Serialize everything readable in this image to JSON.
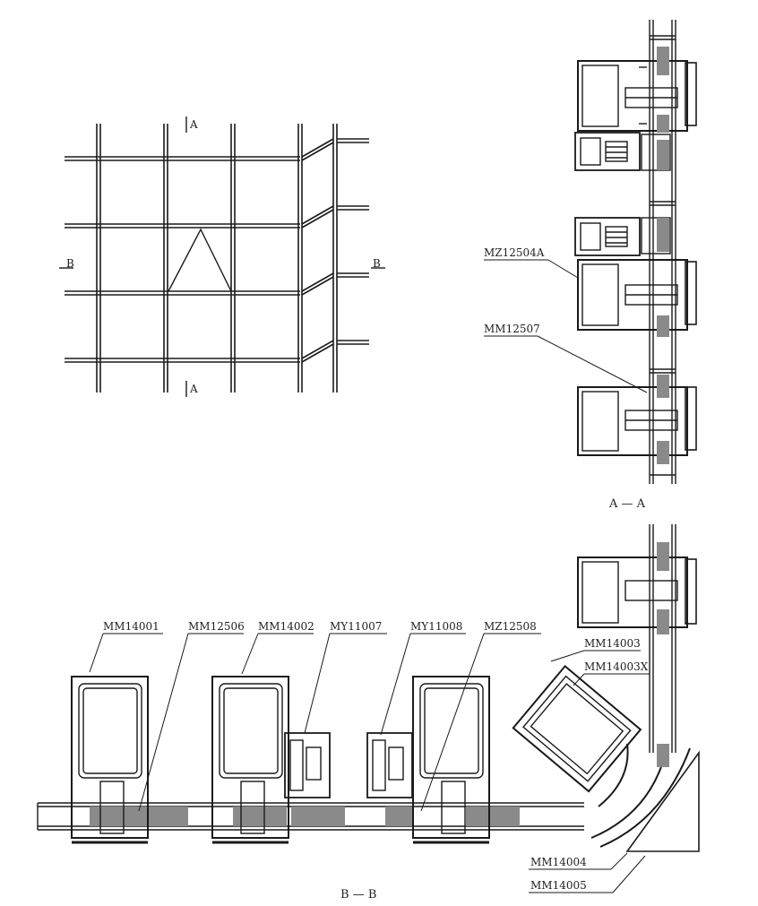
{
  "elevation": {
    "mark_top_a": "A",
    "mark_bottom_a": "A",
    "mark_left_b": "B",
    "mark_right_b": "B"
  },
  "section_aa": {
    "caption": "A — A",
    "callouts": [
      "MZ12504A",
      "MM12507"
    ]
  },
  "section_bb": {
    "caption": "B — B",
    "callouts_top": [
      "MM14001",
      "MM12506",
      "MM14002",
      "MY11007",
      "MY11008",
      "MZ12508"
    ],
    "callouts_diag": [
      "MM14003",
      "MM14003X"
    ],
    "callouts_bottom": [
      "MM14004",
      "MM14005"
    ]
  },
  "colors": {
    "ink": "#1a1a1a",
    "hatch": "#7a7a7a",
    "paper": "#ffffff"
  }
}
